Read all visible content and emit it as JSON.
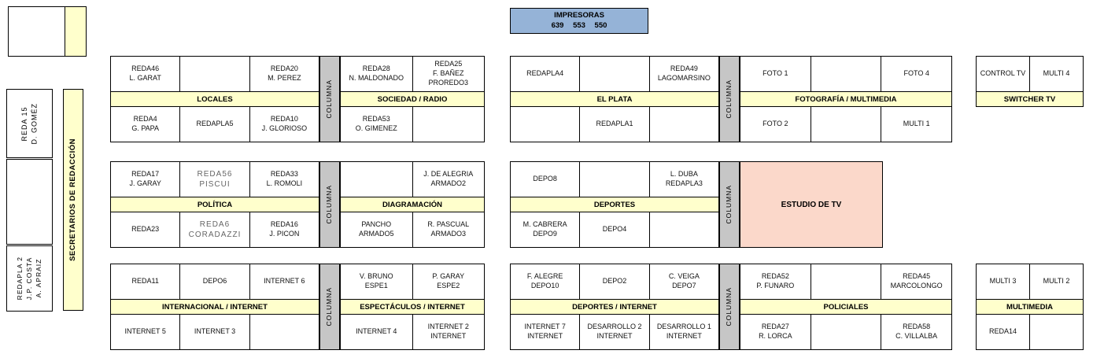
{
  "colors": {
    "banner_yellow": "#ffffcc",
    "columna_gray": "#c6c6c6",
    "impresoras_blue": "#95b3d7",
    "estudio_pink": "#fbd8ca",
    "line_black": "#000000"
  },
  "impresoras": {
    "title": "IMPRESORAS",
    "numbers": "639 553 550"
  },
  "columna_label": "COLUMNA",
  "estudio_label": "ESTUDIO DE TV",
  "left": {
    "reda15": "REDA 15\nD. GOMÉZ",
    "secretarios": "SECRETARIOS DE REDACCIÓN",
    "redapla2": "REDAPLA 2\nJ.P. COSTA\nA. APRAIZ"
  },
  "blocks": {
    "locales": {
      "banner": "LOCALES",
      "top": [
        "REDA46\nL. GARAT",
        "",
        "REDA20\nM. PEREZ"
      ],
      "bottom": [
        "REDA4\nG. PAPA",
        "REDAPLA5",
        "REDA10\nJ. GLORIOSO"
      ]
    },
    "sociedad": {
      "banner": "SOCIEDAD / RADIO",
      "top": [
        "REDA28\nN. MALDONADO",
        "REDA25\nF. BAÑEZ\nPROREDO3"
      ],
      "bottom": [
        "REDA53\nO. GIMENEZ",
        ""
      ]
    },
    "elplata": {
      "banner": "EL PLATA",
      "top": [
        "REDAPLA4",
        "",
        "REDA49\nLAGOMARSINO"
      ],
      "bottom": [
        "",
        "REDAPLA1",
        ""
      ]
    },
    "foto": {
      "banner": "FOTOGRAFÍA / MULTIMEDIA",
      "top": [
        "FOTO 1",
        "",
        "FOTO 4"
      ],
      "bottom": [
        "FOTO 2",
        "",
        "MULTI 1"
      ]
    },
    "switcher": {
      "banner": "SWITCHER TV",
      "top": [
        "CONTROL TV",
        "MULTI 4"
      ]
    },
    "politica": {
      "banner": "POLÍTICA",
      "top": [
        "REDA17\nJ. GARAY",
        "REDA56\nPISCUI",
        "REDA33\nL. ROMOLI"
      ],
      "bottom": [
        "REDA23",
        "REDA6\nCORADAZZI",
        "REDA16\nJ. PICON"
      ]
    },
    "diagramacion": {
      "banner": "DIAGRAMACIÓN",
      "top": [
        "",
        "J. DE ALEGRIA\nARMADO2"
      ],
      "bottom": [
        "PANCHO\nARMADO5",
        "R. PASCUAL\nARMADO3"
      ]
    },
    "deportes": {
      "banner": "DEPORTES",
      "top": [
        "DEPO8",
        "",
        "L. DUBA\nREDAPLA3"
      ],
      "bottom": [
        "M. CABRERA\nDEPO9",
        "DEPO4",
        ""
      ]
    },
    "internacional": {
      "banner": "INTERNACIONAL / INTERNET",
      "top": [
        "REDA11",
        "DEPO6",
        "INTERNET 6"
      ],
      "bottom": [
        "INTERNET 5",
        "INTERNET 3",
        ""
      ]
    },
    "espectaculos": {
      "banner": "ESPECTÁCULOS / INTERNET",
      "top": [
        "V. BRUNO\nESPE1",
        "P. GARAY\nESPE2"
      ],
      "bottom": [
        "INTERNET 4",
        "INTERNET 2\nINTERNET"
      ]
    },
    "deportes_internet": {
      "banner": "DEPORTES / INTERNET",
      "top": [
        "F. ALEGRE\nDEPO10",
        "DEPO2",
        "C. VEIGA\nDEPO7"
      ],
      "bottom": [
        "INTERNET 7\nINTERNET",
        "DESARROLLO 2\nINTERNET",
        "DESARROLLO 1\nINTERNET"
      ]
    },
    "policiales": {
      "banner": "POLICIALES",
      "top": [
        "REDA52\nP. FUNARO",
        "",
        "REDA45\nMARCOLONGO"
      ],
      "bottom": [
        "REDA27\nR. LORCA",
        "",
        "REDA58\nC. VILLALBA"
      ]
    },
    "multimedia": {
      "banner": "MULTIMEDIA",
      "top": [
        "MULTI 3",
        "MULTI 2"
      ],
      "bottom": [
        "REDA14",
        ""
      ]
    }
  }
}
